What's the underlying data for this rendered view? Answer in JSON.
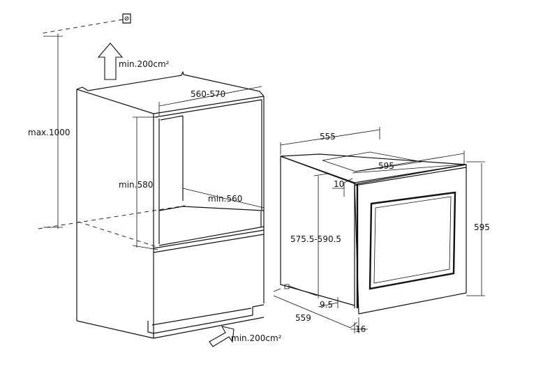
{
  "labels": {
    "vent_top": "min.200cm²",
    "vent_bottom": "min.200cm²",
    "max_height": "max.1000",
    "niche_width": "560-570",
    "niche_height": "min.580",
    "niche_depth": "min.560",
    "oven_depth_top": "555",
    "oven_width": "595",
    "oven_height": "595",
    "front_offset": "10",
    "front_height_range": "575.5-590.5",
    "bottom_offset": "9.5",
    "oven_depth_total": "559",
    "door_thickness": "16"
  },
  "icons": {
    "wall_fixing": "wall-screw-icon",
    "vent_up": "arrow-up-icon",
    "vent_in": "arrow-diagonal-icon"
  }
}
